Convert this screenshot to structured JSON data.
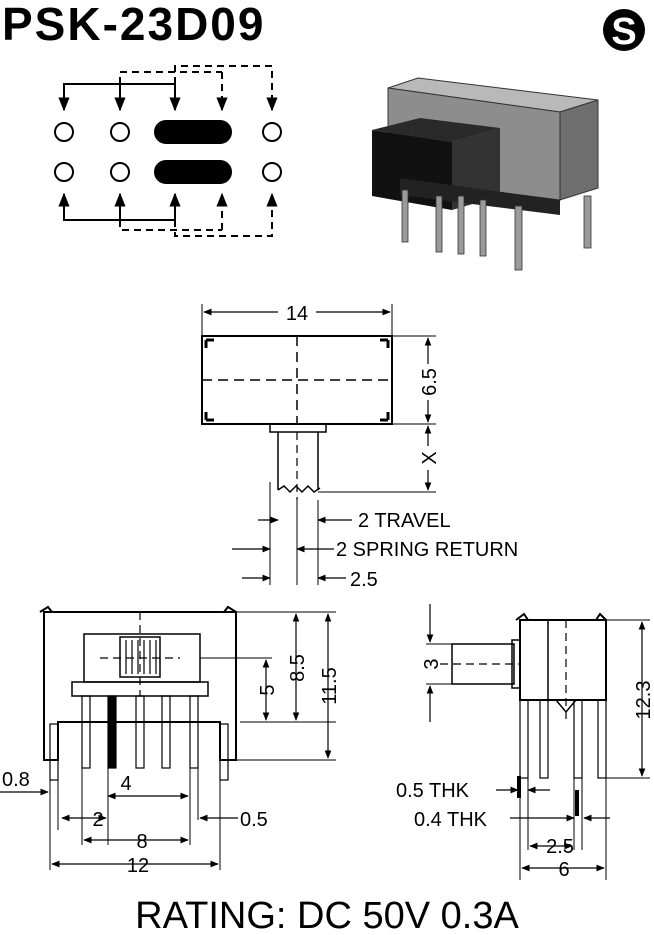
{
  "header": {
    "model": "PSK-23D09",
    "logo_letter": "S"
  },
  "dimensions": {
    "top_width": "14",
    "top_height": "6.5",
    "top_x": "X",
    "travel": "2 TRAVEL",
    "spring_return": "2 SPRING RETURN",
    "actuator_w": "2.5",
    "front_h1": "8.5",
    "front_h2": "11.5",
    "front_h3": "5",
    "front_pin_w": "0.8",
    "front_gap": "0.5",
    "front_pitch1": "2",
    "front_pitch2": "4",
    "front_pitch3": "8",
    "front_pitch4": "12",
    "side_h1": "3",
    "side_h2": "12.3",
    "side_thk1": "0.5 THK",
    "side_thk2": "0.4 THK",
    "side_w1": "2.5",
    "side_w2": "6"
  },
  "footer": {
    "rating": "RATING: DC 50V 0.3A"
  }
}
